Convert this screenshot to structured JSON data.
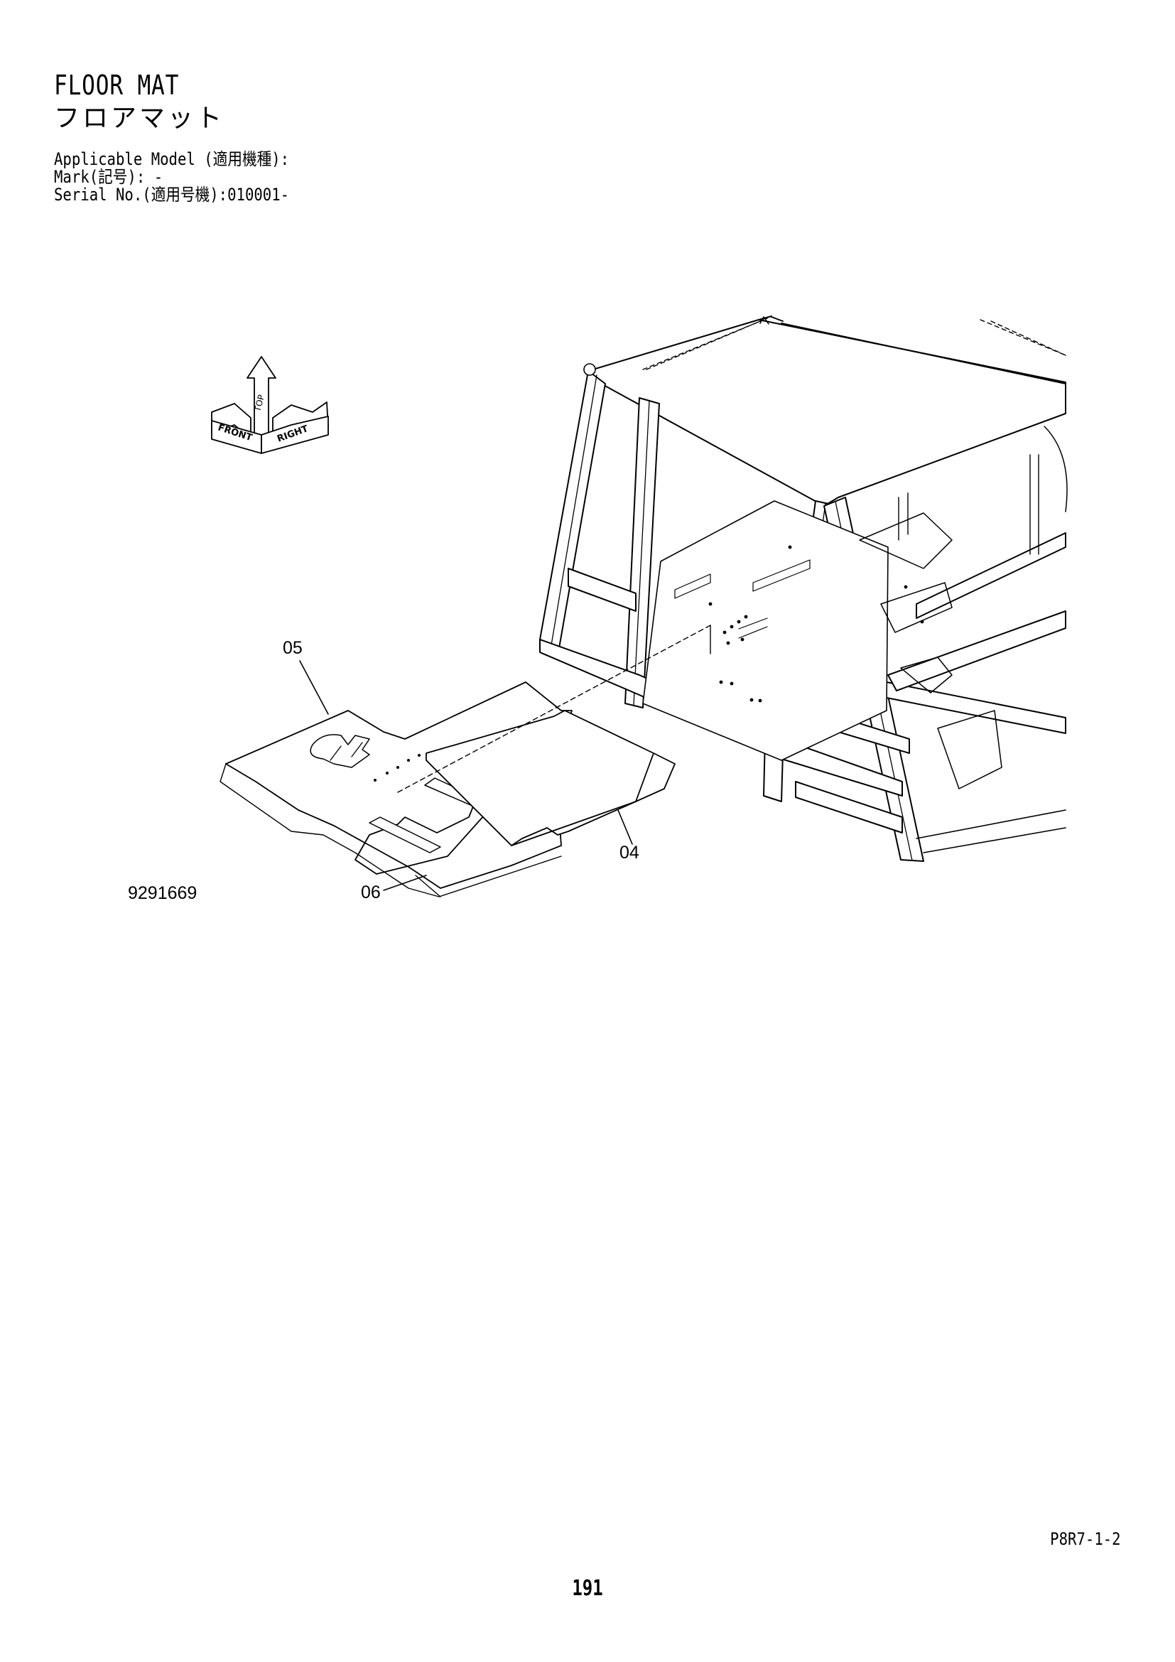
{
  "header": {
    "title_en": "FLOOR MAT",
    "title_jp": "フロアマット",
    "applicable_model": "Applicable Model (適用機種):",
    "mark": "Mark(記号): -",
    "serial_no": "Serial No.(適用号機):010001-"
  },
  "orientation_symbol": {
    "labels": [
      "TOP",
      "FRONT",
      "RIGHT"
    ]
  },
  "callouts": {
    "part_05": "05",
    "part_04": "04",
    "part_06": "06"
  },
  "drawing_number": "9291669",
  "footer": {
    "page_code": "P8R7-1-2",
    "page_number": "191"
  }
}
